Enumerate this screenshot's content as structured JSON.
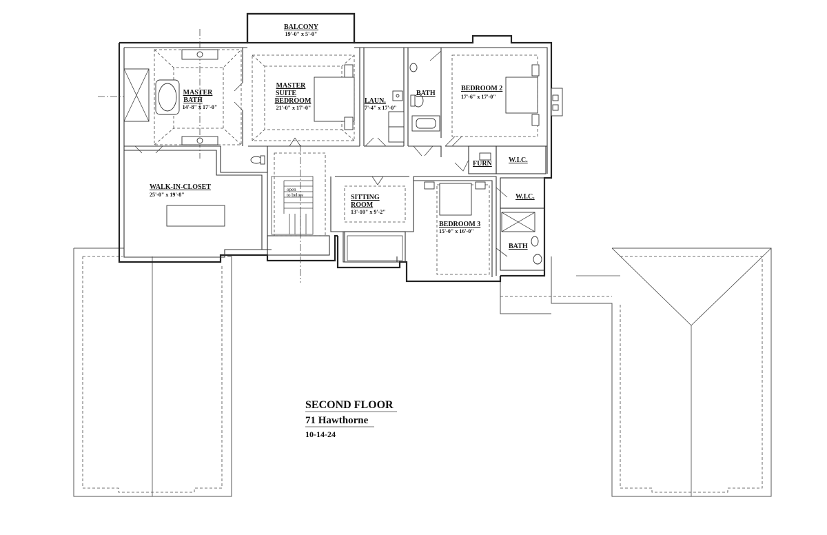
{
  "plan": {
    "title": "SECOND FLOOR",
    "address": "71 Hawthorne",
    "date": "10-14-24"
  },
  "rooms": {
    "balcony": {
      "name": "BALCONY",
      "dim": "19'-0\" x 5'-0\""
    },
    "master_bath": {
      "name_line1": "MASTER",
      "name_line2": "BATH",
      "dim": "14'-8\" x 17'-0\""
    },
    "master_suite": {
      "name_line1": "MASTER",
      "name_line2": "SUITE",
      "name_line3": "BEDROOM",
      "dim": "21'-0\" x 17'-0\""
    },
    "laundry": {
      "name": "LAUN.",
      "dim": "7'-4\" x 17'-0\""
    },
    "bath_upper": {
      "name": "BATH"
    },
    "bedroom2": {
      "name": "BEDROOM 2",
      "dim": "17'-6\" x 17'-0\""
    },
    "furn": {
      "name": "FURN"
    },
    "wic_upper": {
      "name": "W.I.C."
    },
    "walk_in_closet": {
      "name": "WALK-IN-CLOSET",
      "dim": "25'-0\" x 19'-8\""
    },
    "stair_note": {
      "line1": "open",
      "line2": "to below"
    },
    "sitting_room": {
      "name_line1": "SITTING",
      "name_line2": "ROOM",
      "dim": "13'-10\" x 9'-2\""
    },
    "bedroom3": {
      "name": "BEDROOM 3",
      "dim": "15'-0\" x 16'-0\""
    },
    "wic_lower": {
      "name": "W.I.C."
    },
    "bath_lower": {
      "name": "BATH"
    }
  }
}
